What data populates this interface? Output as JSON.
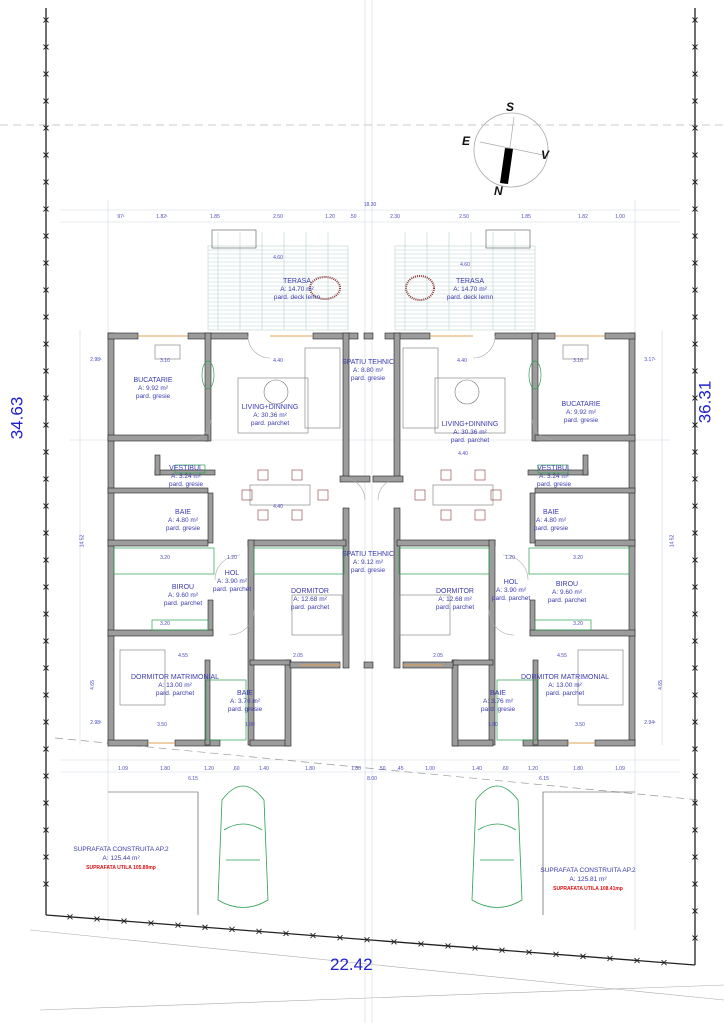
{
  "site": {
    "left_boundary_length": "34.63",
    "right_boundary_length": "36.31",
    "front_boundary_length": "22.42",
    "total_width": "18.30"
  },
  "compass": {
    "n": "N",
    "s": "S",
    "e": "E",
    "v": "V"
  },
  "rooms": {
    "terasa_l": {
      "name": "TERASA",
      "area": "A: 14.70 m²",
      "floor": "pard. deck lemn"
    },
    "terasa_r": {
      "name": "TERASA",
      "area": "A: 14.70 m²",
      "floor": "pard. deck lemn"
    },
    "bucatarie_l": {
      "name": "BUCATARIE",
      "area": "A: 9.92 m²",
      "floor": "pard. gresie"
    },
    "bucatarie_r": {
      "name": "BUCATARIE",
      "area": "A: 9.92 m²",
      "floor": "pard. gresie"
    },
    "living_l": {
      "name": "LIVING+DINNING",
      "area": "A: 30.36 m²",
      "floor": "pard. parchet"
    },
    "living_r": {
      "name": "LIVING+DINNING",
      "area": "A: 30.36 m²",
      "floor": "pard. parchet"
    },
    "tehnic_1": {
      "name": "SPATIU TEHNIC",
      "area": "A: 8.80 m²",
      "floor": "pard. gresie"
    },
    "tehnic_2": {
      "name": "SPATIU TEHNIC",
      "area": "A: 9.12 m²",
      "floor": "pard. gresie"
    },
    "vestibul_l": {
      "name": "VESTIBUL",
      "area": "A: 3.24 m²",
      "floor": "pard. gresie"
    },
    "vestibul_r": {
      "name": "VESTIBUL",
      "area": "A: 3.24 m²",
      "floor": "pard. gresie"
    },
    "baie_l": {
      "name": "BAIE",
      "area": "A: 4.80 m²",
      "floor": "pard. gresie"
    },
    "baie_r": {
      "name": "BAIE",
      "area": "A: 4.80 m²",
      "floor": "pard. gresie"
    },
    "birou_l": {
      "name": "BIROU",
      "area": "A: 9.60 m²",
      "floor": "pard. parchet"
    },
    "birou_r": {
      "name": "BIROU",
      "area": "A: 9.60 m²",
      "floor": "pard. parchet"
    },
    "hol_l": {
      "name": "HOL",
      "area": "A: 3.90 m²",
      "floor": "pard. parchet"
    },
    "hol_r": {
      "name": "HOL",
      "area": "A: 3.90 m²",
      "floor": "pard. parchet"
    },
    "dormitor_l": {
      "name": "DORMITOR",
      "area": "A: 12.68 m²",
      "floor": "pard. parchet"
    },
    "dormitor_r": {
      "name": "DORMITOR",
      "area": "A: 12.68 m²",
      "floor": "pard. parchet"
    },
    "matrimonial_l": {
      "name": "DORMITOR MATRIMONIAL",
      "area": "A: 13.00 m²",
      "floor": "pard. parchet"
    },
    "matrimonial_r": {
      "name": "DORMITOR MATRIMONIAL",
      "area": "A: 13.00 m²",
      "floor": "pard. parchet"
    },
    "baie2_l": {
      "name": "BAIE",
      "area": "A: 3.76 m²",
      "floor": "pard. gresie"
    },
    "baie2_r": {
      "name": "BAIE",
      "area": "A: 3.76 m²",
      "floor": "pard. gresie"
    }
  },
  "summary": {
    "left": {
      "title": "SUPRAFATA CONSTRUITA AP.2",
      "area": "A: 125.44 m²",
      "useful": "SUPRAFATA UTILA 105.89mp"
    },
    "right": {
      "title": "SUPRAFATA CONSTRUITA AP.2",
      "area": "A: 125.81 m²",
      "useful": "SUPRAFATA UTILA 108.41mp"
    }
  },
  "dims_top": [
    "97¹",
    "1.82¹",
    "1.85",
    "2.50",
    "1.20",
    ".50",
    "2.30",
    "2.50",
    "1.85",
    "1.82",
    "1.00"
  ],
  "dims_terasa": [
    "4.60",
    "4.60"
  ],
  "dims_bottom": [
    "1.09",
    "1.80",
    "1.20",
    ".60",
    "1.40",
    "1.80",
    "1.80",
    ".50",
    ".45",
    "1.00",
    "1.40",
    ".60",
    "1.20",
    "1.80",
    "1.09"
  ],
  "dims_bottom_total": [
    "6.15",
    "6.15",
    "8.00"
  ],
  "dims_side": [
    "2.98¹",
    "3.17¹",
    "14.52",
    "14.52",
    "4.65",
    "4.65",
    "2.98¹",
    "2.94¹"
  ],
  "dims_inner": [
    "3.10",
    "3.10",
    "4.40",
    "4.40",
    "4.40",
    "4.40",
    "3.20",
    "3.20",
    "3.20",
    "3.20",
    "4.55",
    "4.55",
    "3.50",
    "3.50",
    "2.05",
    "2.05",
    "1.20",
    "1.20",
    "1.80",
    "1.80"
  ]
}
